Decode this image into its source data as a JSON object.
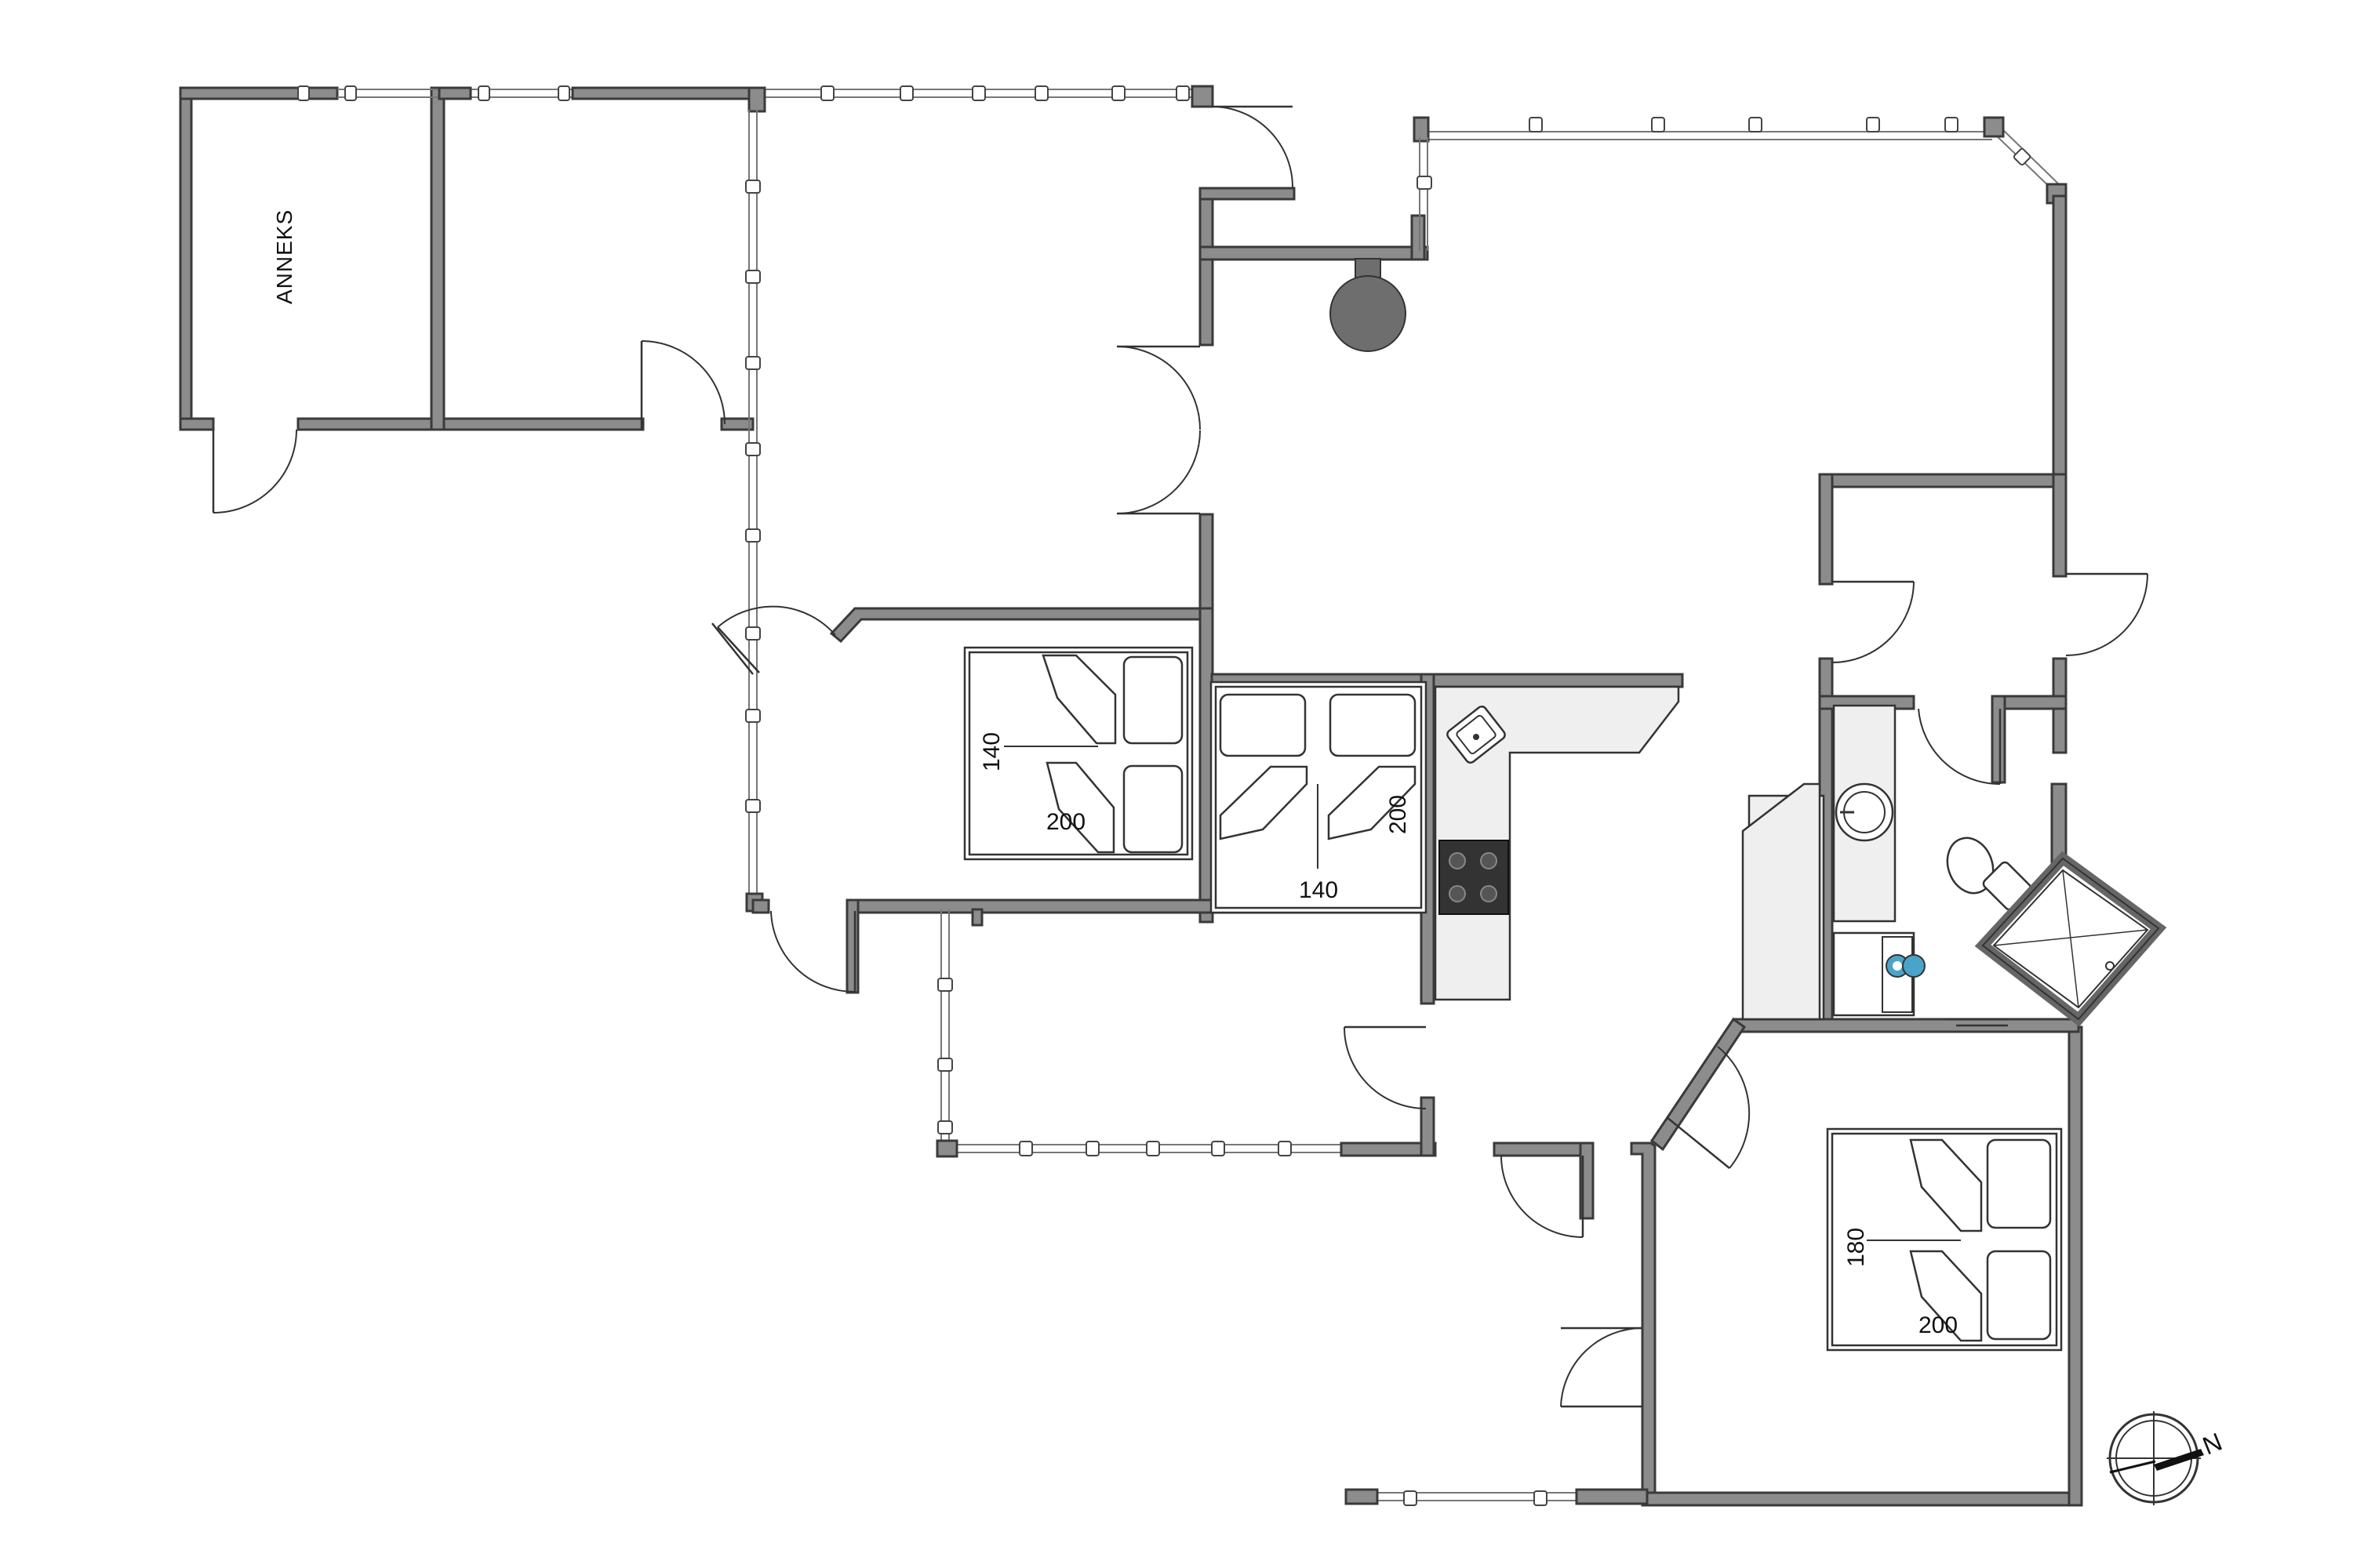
{
  "plan": {
    "annex_label": "ANNEKS",
    "compass_letter": "N",
    "beds": [
      {
        "id": "bed-west",
        "width_label": "140",
        "length_label": "200"
      },
      {
        "id": "bed-center",
        "width_label": "140",
        "length_label": "200"
      },
      {
        "id": "bed-east",
        "width_label": "180",
        "length_label": "200"
      }
    ],
    "colors": {
      "wall": "#8c8c8c",
      "wall_outline": "#3a3a3a",
      "stove": "#333333",
      "fireplace": "#6e6e6e",
      "counter": "#efefef"
    },
    "icons": [
      "fireplace-icon",
      "stove-icon",
      "kitchen-sink-icon",
      "washbasin-icon",
      "toilet-icon",
      "shower-icon",
      "washing-machine-icon",
      "compass-icon"
    ]
  }
}
